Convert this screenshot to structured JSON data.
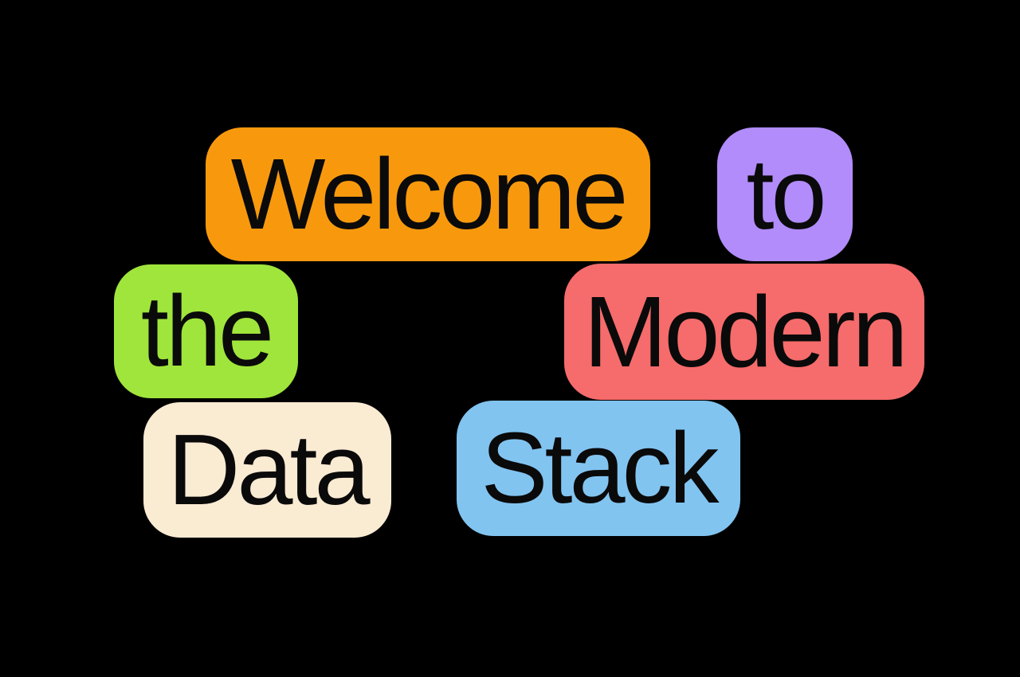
{
  "page": {
    "background": "#000000",
    "text_color": "#0A0A0A",
    "phrase": "Welcome to the Modern Data Stack"
  },
  "words": [
    {
      "label": "Welcome",
      "color": "#F8990D"
    },
    {
      "label": "to",
      "color": "#B18CFA"
    },
    {
      "label": "the",
      "color": "#A0E53B"
    },
    {
      "label": "Modern",
      "color": "#F66B6B"
    },
    {
      "label": "Data",
      "color": "#FAEBD3"
    },
    {
      "label": "Stack",
      "color": "#82C4F0"
    }
  ]
}
